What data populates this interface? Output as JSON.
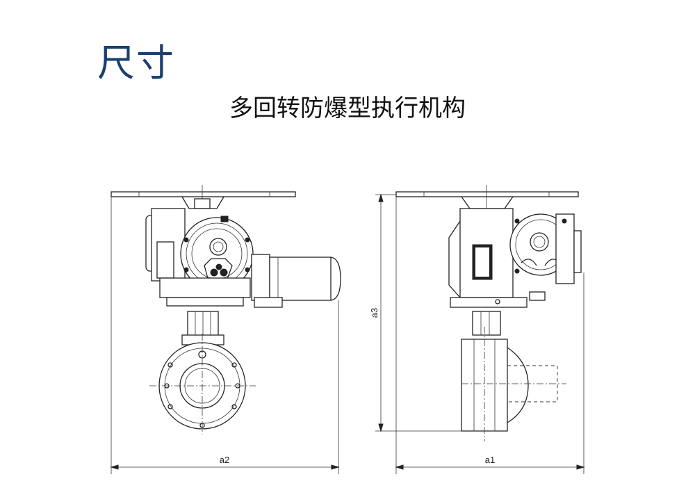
{
  "page": {
    "title": "尺寸",
    "subtitle": "多回转防爆型执行机构"
  },
  "dimensions": {
    "a2": "a2",
    "a1": "a1",
    "a3": "a3"
  },
  "colors": {
    "title": "#1b3f6f",
    "line": "#222222"
  }
}
